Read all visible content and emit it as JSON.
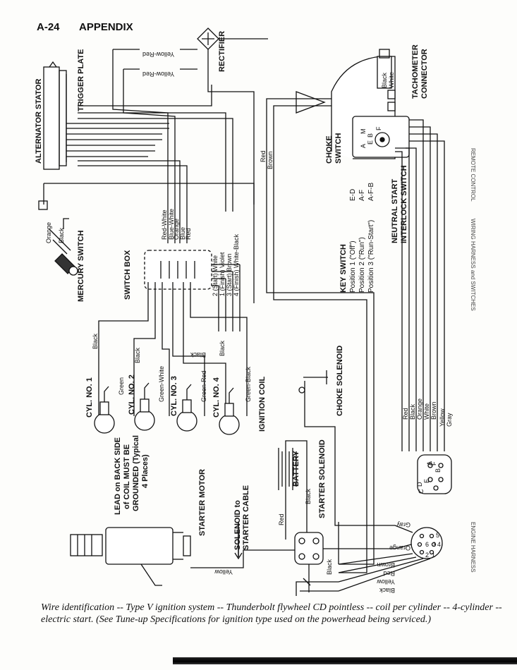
{
  "header": {
    "page": "A-24",
    "title": "APPENDIX"
  },
  "labels": {
    "alternator_stator": "ALTERNATOR STATOR",
    "trigger_plate": "TRIGGER PLATE",
    "rectifier": "RECTIFIER",
    "mercury_switch": "MERCURY SWITCH",
    "switch_box": "SWITCH BOX",
    "ignition_coil": "IGNITION COIL",
    "choke_solenoid": "CHOKE SOLENOID",
    "battery": "BATTERY",
    "starter_solenoid": "STARTER SOLENOID",
    "starter_motor": "STARTER MOTOR",
    "solenoid_to_cable_1": "SOLENOID to",
    "solenoid_to_cable_2": "STARTER CABLE",
    "lead_note": [
      "LEAD on BACK SIDE",
      "of COIL MUST BE",
      "GROUNDED (Typical",
      "4 Places)"
    ],
    "choke_switch": [
      "CHOKE",
      "SWITCH"
    ],
    "neutral_start": [
      "NEUTRAL START",
      "INTERLOCK SWITCH"
    ],
    "tachometer": [
      "TACHOMETER",
      "CONNECTOR"
    ],
    "remote_control": "REMOTE CONTROL",
    "wiring_harness_switches": "WIRING HARNESS and SWITCHES",
    "engine_harness": "ENGINE HARNESS"
  },
  "key_switch": {
    "title": "KEY SWITCH",
    "positions": [
      {
        "label": "Position 1 (\"Off\")",
        "value": "E-D"
      },
      {
        "label": "Position 2 (\"Run\")",
        "value": "A-F"
      },
      {
        "label": "Position 3 (\"Run-Start\")",
        "value": "A-F-B"
      }
    ]
  },
  "cylinders": [
    "CYL. NO. 1",
    "CYL. NO. 2",
    "CYL. NO. 3",
    "CYL. NO. 4"
  ],
  "wires": {
    "yellow_red": "Yellow-Red",
    "red_white": "Red-White",
    "blue_white": "Blue-White",
    "orange": "Orange",
    "blue": "Blue",
    "red": "Red",
    "black": "Black",
    "white": "White",
    "brown": "Brown",
    "yellow": "Yellow",
    "gray": "Gray",
    "green": "Green",
    "green_white": "Green-White",
    "green_red": "Green-Red",
    "green_black": "Green-Black",
    "sb_start_white": "2 (Start) White",
    "sb_finish_violet": "1 (Finish) Violet",
    "sb_start_brown": "3 (Start) Brown",
    "sb_finish_wb": "4 (Finish) White-Black"
  },
  "connector_letters": [
    "A",
    "B",
    "C",
    "D",
    "E",
    "F"
  ],
  "tach_letters": [
    "M",
    "E",
    "B",
    "F",
    "A"
  ],
  "harness_pins": [
    "1",
    "2",
    "3",
    "4",
    "5",
    "6"
  ],
  "caption": "Wire identification -- Type V ignition system -- Thunderbolt flywheel CD pointless -- coil per cylinder -- 4-cylinder -- electric start. (See Tune-up Specifications for ignition type used on the powerhead being serviced.)"
}
